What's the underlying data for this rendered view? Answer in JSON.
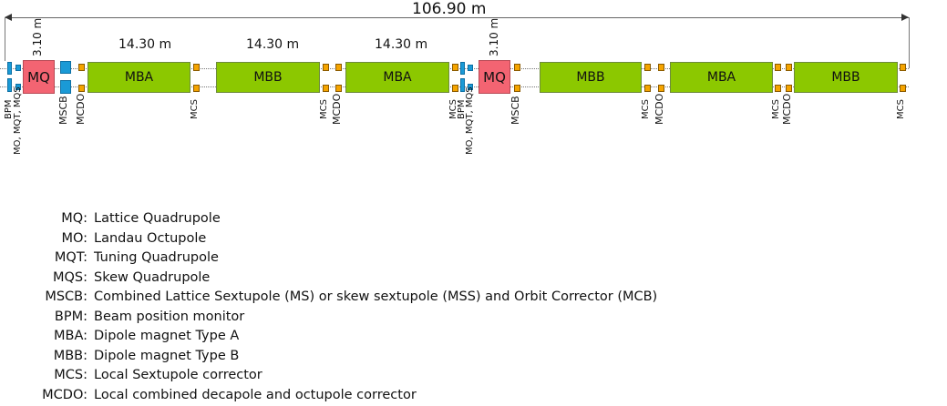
{
  "dimensions": {
    "total": "106.90 m",
    "quad": "3.10 m",
    "dipole": "14.30 m"
  },
  "magnets": {
    "mq": "MQ",
    "mba": "MBA",
    "mbb": "MBB"
  },
  "element_labels": {
    "bpm": "BPM",
    "mo": "MO, MQT, MQS",
    "mscb": "MSCB",
    "mcdo": "MCDO",
    "mcs": "MCS"
  },
  "legend": [
    {
      "key": "MQ:",
      "desc": "Lattice Quadrupole"
    },
    {
      "key": "MO:",
      "desc": "Landau Octupole"
    },
    {
      "key": "MQT:",
      "desc": "Tuning Quadrupole"
    },
    {
      "key": "MQS:",
      "desc": "Skew Quadrupole"
    },
    {
      "key": "MSCB:",
      "desc": "Combined Lattice Sextupole (MS) or skew sextupole (MSS) and Orbit Corrector (MCB)"
    },
    {
      "key": "BPM:",
      "desc": "Beam position monitor"
    },
    {
      "key": "MBA:",
      "desc": "Dipole magnet Type A"
    },
    {
      "key": "MBB:",
      "desc": "Dipole magnet Type B"
    },
    {
      "key": "MCS:",
      "desc": "Local Sextupole corrector"
    },
    {
      "key": "MCDO:",
      "desc": "Local combined decapole and octupole corrector"
    }
  ],
  "colors": {
    "dipole": "#8cc800",
    "quad": "#f36472",
    "blue": "#1a9ad6",
    "orange": "#f5a400"
  }
}
